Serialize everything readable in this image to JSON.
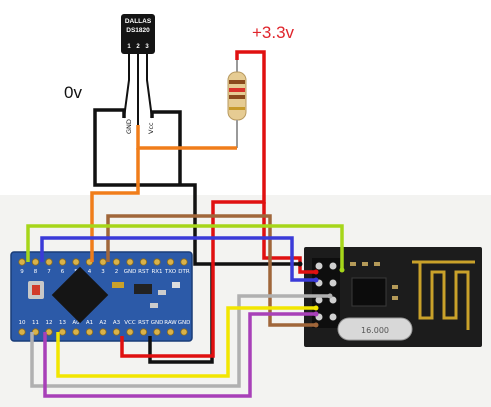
{
  "labels": {
    "supply": "+3.3v",
    "ground": "0v"
  },
  "sensor": {
    "brand": "DALLAS",
    "model": "DS1820",
    "pin1": "1",
    "pin2": "2",
    "pin3": "3",
    "gnd_label": "GND",
    "vcc_label": "Vcc"
  },
  "board": {
    "top_pins": [
      "9",
      "8",
      "7",
      "6",
      "5",
      "4",
      "3",
      "2",
      "GND",
      "RST",
      "RX1",
      "TXO",
      "DTR"
    ],
    "bottom_pins": [
      "10",
      "11",
      "12",
      "13",
      "A0",
      "A1",
      "A2",
      "A3",
      "VCC",
      "RST",
      "GND",
      "RAW",
      "GND"
    ]
  },
  "radio": {
    "crystal_marking": "16.000"
  },
  "colors": {
    "supply_label": "#e0252c",
    "ground_label": "#111111",
    "wire_red": "#e01010",
    "wire_black": "#111111",
    "wire_orange": "#f07d1a",
    "wire_brown": "#a0663a",
    "wire_lime": "#a6d61a",
    "wire_blue": "#3a3ad8",
    "wire_yellow": "#f2e600",
    "wire_purple": "#a840b8",
    "wire_gray": "#b0b0b0",
    "board_blue": "#2c5aa8",
    "radio_black": "#1c1c1c"
  }
}
